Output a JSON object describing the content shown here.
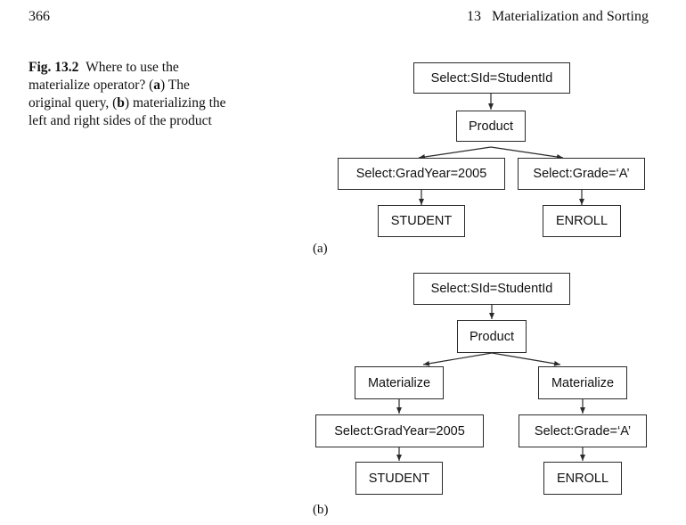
{
  "header": {
    "page_number": "366",
    "chapter_number": "13",
    "chapter_title": "Materialization and Sorting"
  },
  "caption": {
    "label": "Fig. 13.2",
    "pre_a": "Where to use the materialize operator? (",
    "a": "a",
    "mid": ") The original query, (",
    "b": "b",
    "post_b": ") materializing the left and right sides of the product"
  },
  "figure_a": {
    "label": "(a)",
    "nodes": {
      "select_sid": "Select:SId=StudentId",
      "product": "Product",
      "select_gradyear": "Select:GradYear=2005",
      "select_grade": "Select:Grade=‘A’",
      "student": "STUDENT",
      "enroll": "ENROLL"
    }
  },
  "figure_b": {
    "label": "(b)",
    "nodes": {
      "select_sid": "Select:SId=StudentId",
      "product": "Product",
      "materialize_left": "Materialize",
      "materialize_right": "Materialize",
      "select_gradyear": "Select:GradYear=2005",
      "select_grade": "Select:Grade=‘A’",
      "student": "STUDENT",
      "enroll": "ENROLL"
    }
  }
}
